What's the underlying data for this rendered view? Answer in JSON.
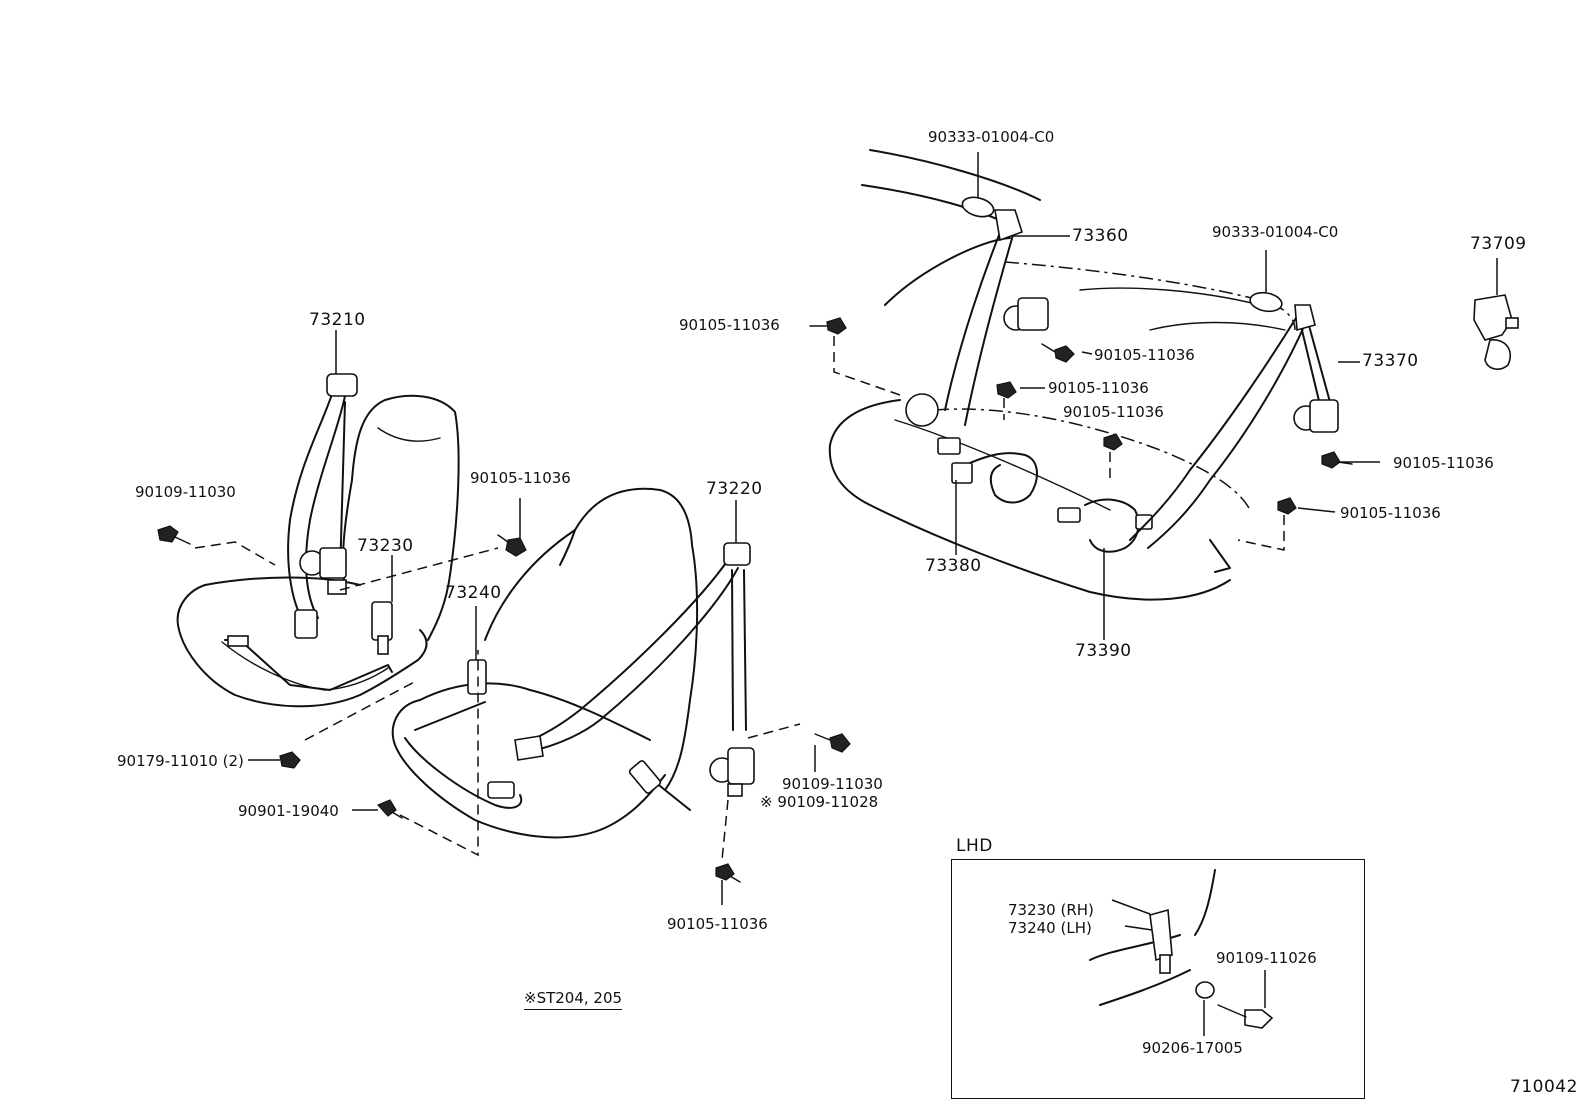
{
  "labels": {
    "p73210": "73210",
    "p73220": "73220",
    "p73230": "73230",
    "p73240": "73240",
    "p73360": "73360",
    "p73370": "73370",
    "p73380": "73380",
    "p73390": "73390",
    "p73709": "73709",
    "p90333_a": "90333-01004-C0",
    "p90333_b": "90333-01004-C0",
    "p90105_a": "90105-11036",
    "p90105_b": "90105-11036",
    "p90105_c": "90105-11036",
    "p90105_d": "90105-11036",
    "p90105_e": "90105-11036",
    "p90105_f": "90105-11036",
    "p90105_g": "90105-11036",
    "p90105_h": "90105-11036",
    "p90109_a": "90109-11030",
    "p90109_b": "90109-11030",
    "p90109_c": "※ 90109-11028",
    "p90179": "90179-11010 (2)",
    "p90901": "90901-19040",
    "p90109_d": "90109-11026",
    "p90206": "90206-17005",
    "lhd_rh": "73230 (RH)",
    "lhd_lh": "73240 (LH)"
  },
  "lhd_title": "LHD",
  "footnote": "※ST204, 205",
  "diagram_id": "710042"
}
